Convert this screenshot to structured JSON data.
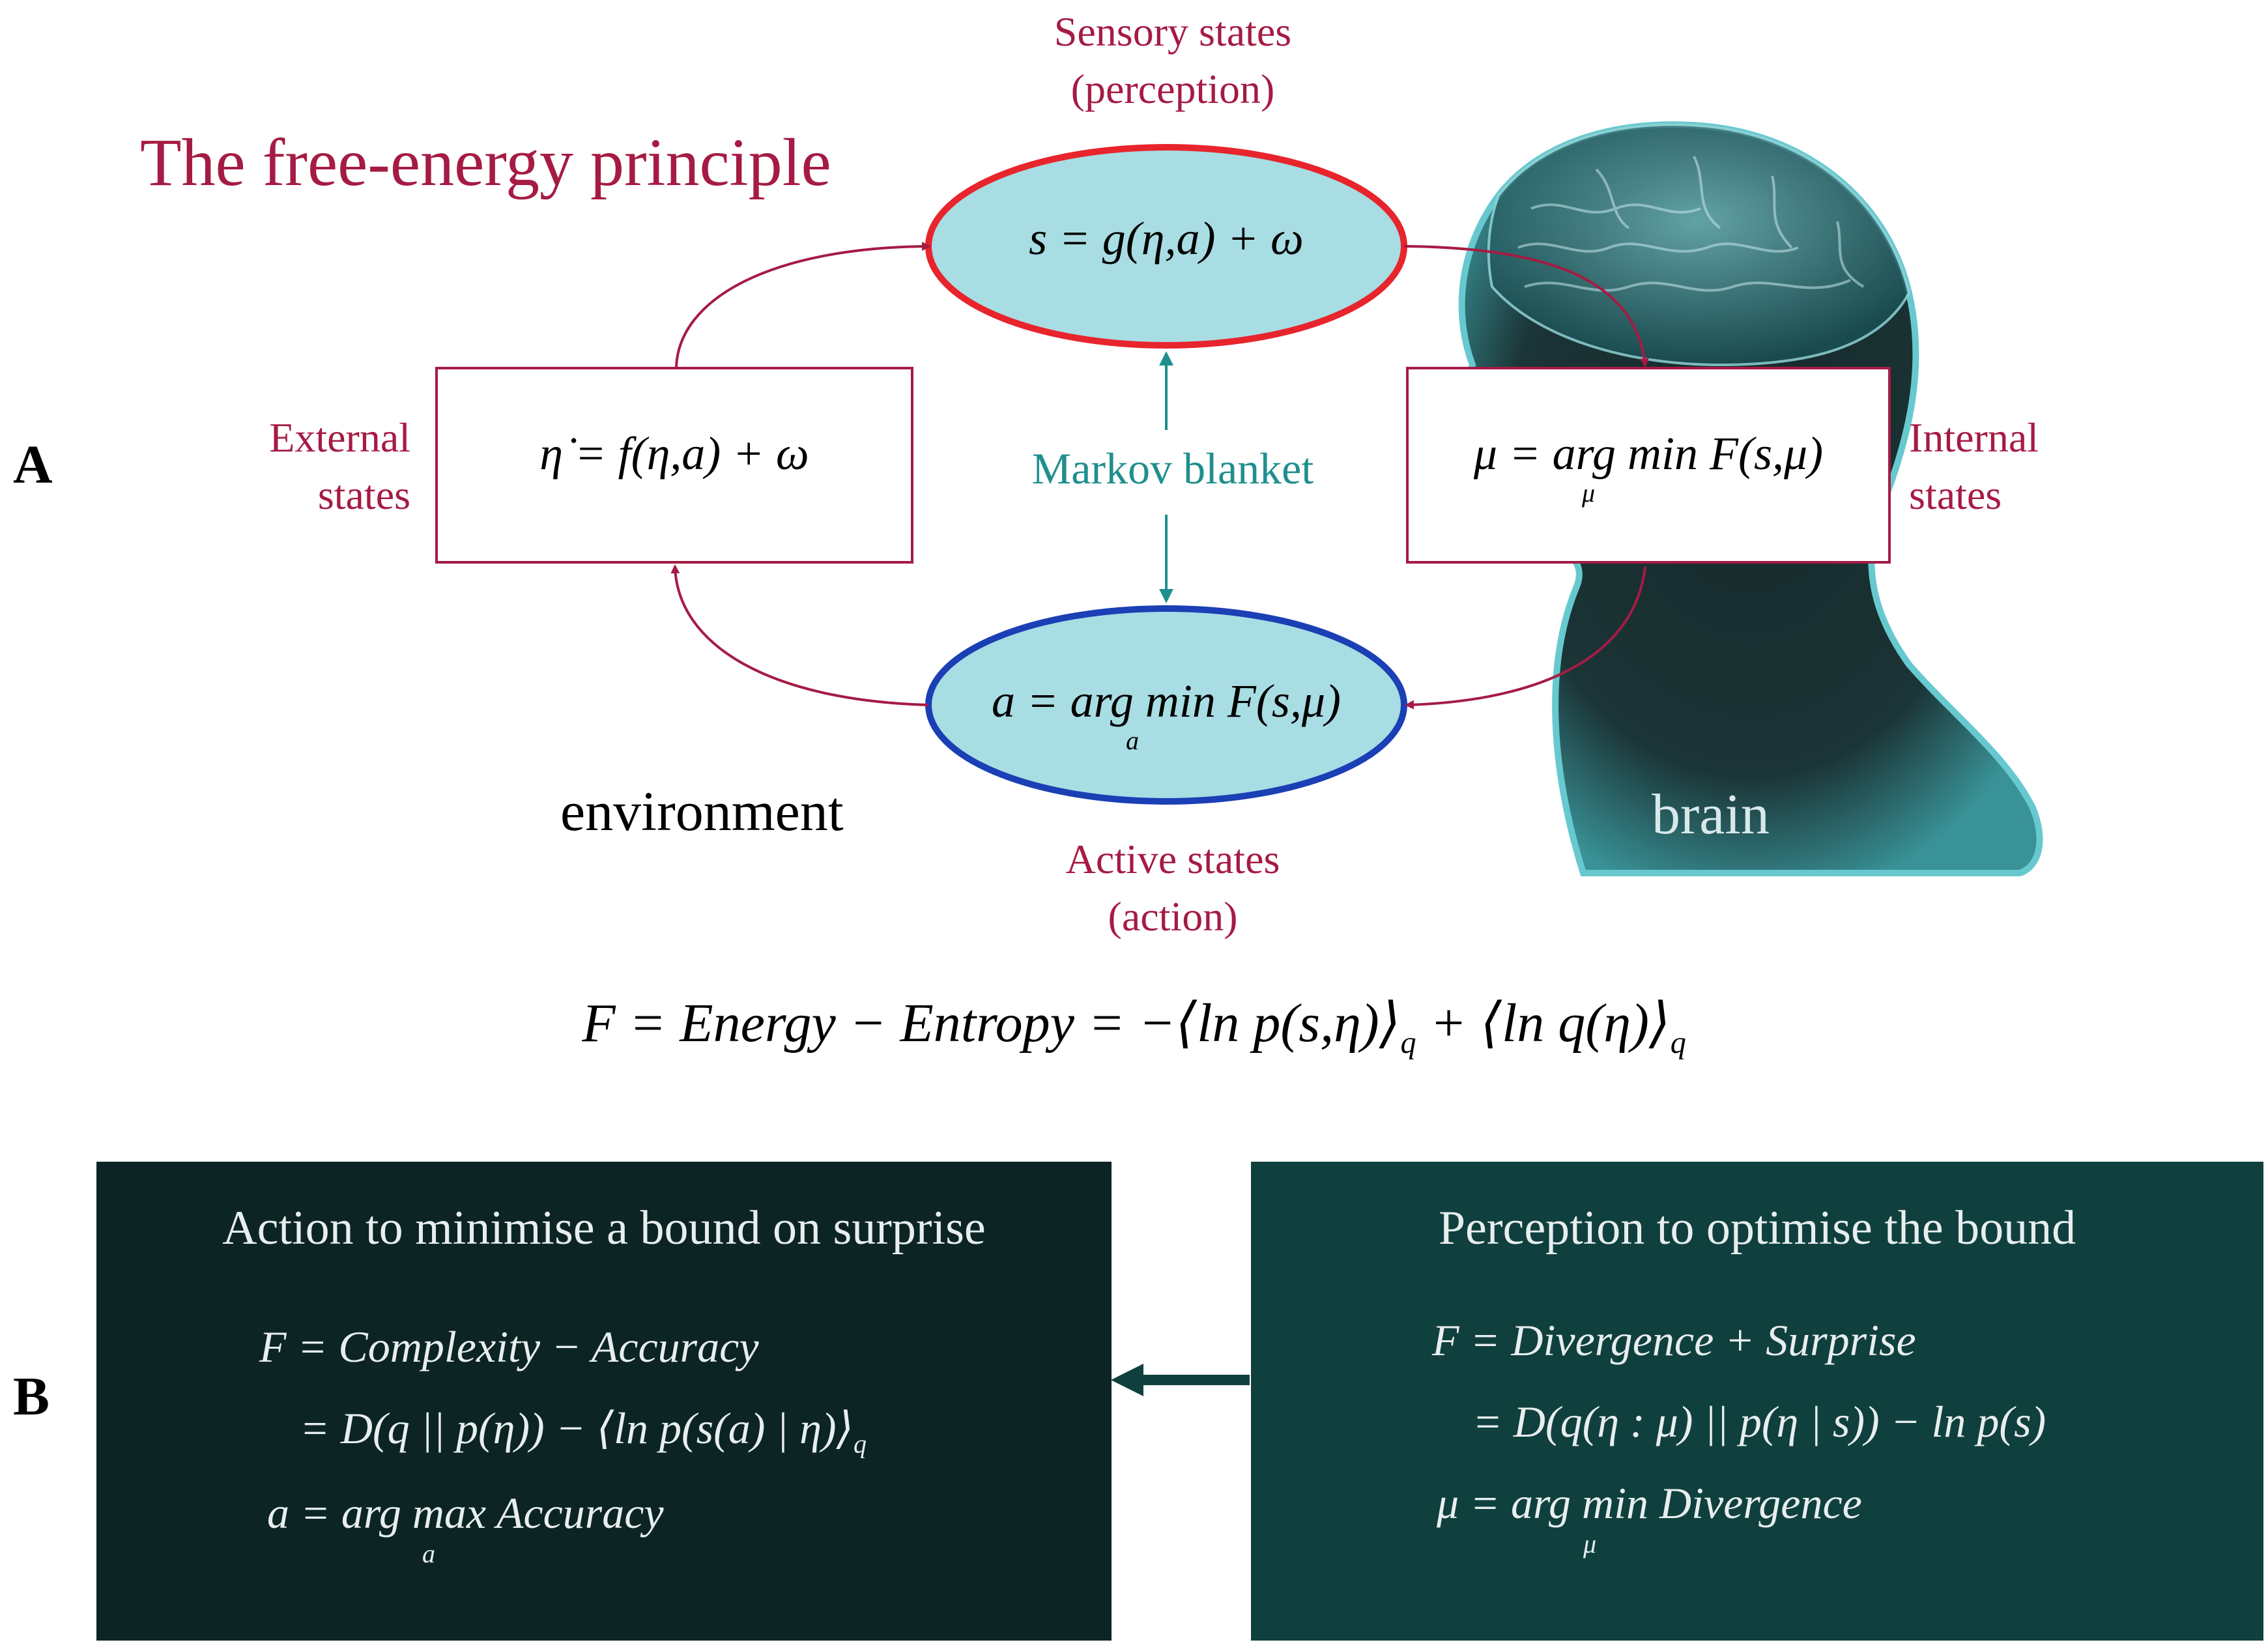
{
  "title": "The free-energy principle",
  "panel_letters": {
    "a": "A",
    "b": "B"
  },
  "labels": {
    "sensory_line1": "Sensory states",
    "sensory_line2": "(perception)",
    "active_line1": "Active states",
    "active_line2": "(action)",
    "external_line1": "External",
    "external_line2": "states",
    "internal_line1": "Internal",
    "internal_line2": "states",
    "markov_blanket": "Markov blanket",
    "environment": "environment",
    "brain": "brain"
  },
  "equations": {
    "sensory": "s = g(η,a) + ω",
    "external": "η̇ = f(η,a) + ω",
    "internal": "μ = arg min F(s,μ)",
    "internal_sub": "μ",
    "active": "a = arg min F(s,μ)",
    "active_sub": "a",
    "main": "F = Energy − Entropy = −⟨ln p(s,η)⟩",
    "main_sub1": "q",
    "main_mid": " + ⟨ln q(η)⟩",
    "main_sub2": "q"
  },
  "action_box": {
    "title": "Action to minimise  a bound on surprise",
    "line1": "F = Complexity − Accuracy",
    "line2": "= D(q || p(η)) − ⟨ln p(s(a) | η)⟩",
    "line2_sub": "q",
    "line3": "a = arg max Accuracy",
    "line3_sub": "a"
  },
  "perception_box": {
    "title": "Perception  to optimise the bound",
    "line1": "F = Divergence + Surprise",
    "line2": "= D(q(η : μ) || p(η | s)) − ln p(s)",
    "line3": "μ = arg min Divergence",
    "line3_sub": "μ"
  },
  "colors": {
    "maroon": "#a51b44",
    "teal": "#1f8f8e",
    "sensory_border": "#e8242c",
    "active_border": "#1b3fb5",
    "ellipse_fill": "#a8dde3",
    "action_box_bg": "#0c2424",
    "perception_box_bg": "#10403e"
  }
}
